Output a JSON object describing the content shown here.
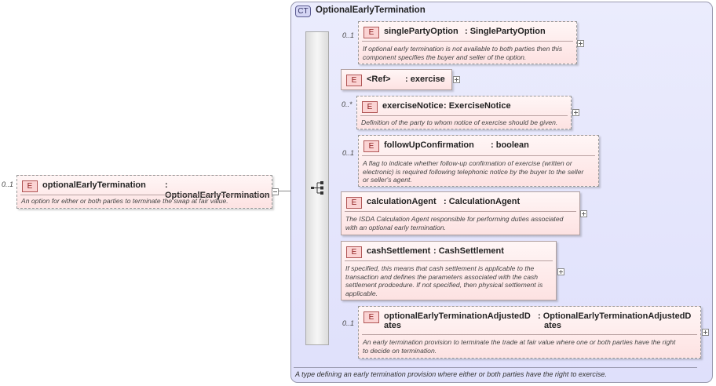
{
  "complex_type": {
    "badge": "CT",
    "title": "OptionalEarlyTermination",
    "documentation": "A type defining an early termination provision where either or both parties have the right to exercise."
  },
  "root_element": {
    "badge": "E",
    "occurrence": "0..1",
    "name": "optionalEarlyTermination",
    "type": ": OptionalEarlyTermination",
    "documentation": "An option for either or both parties to terminate the swap at fair value."
  },
  "children": [
    {
      "badge": "E",
      "occurrence": "0..1",
      "name": "singlePartyOption",
      "type": ": SinglePartyOption",
      "doc_lines": [
        "If optional early termination is not available to both parties then this",
        "component specifies the buyer and seller of the option."
      ]
    },
    {
      "badge": "E",
      "occurrence": "",
      "name": "<Ref>",
      "type": ": exercise",
      "doc_lines": []
    },
    {
      "badge": "E",
      "occurrence": "0..*",
      "name": "exerciseNotice",
      "type": ": ExerciseNotice",
      "doc_lines": [
        "Definition of the party to whom notice of exercise should be given."
      ]
    },
    {
      "badge": "E",
      "occurrence": "0..1",
      "name": "followUpConfirmation",
      "type": ": boolean",
      "doc_lines": [
        "A flag to indicate whether follow-up confirmation of exercise (written or",
        "electronic) is required following telephonic notice by the buyer to the seller",
        "or seller's agent."
      ]
    },
    {
      "badge": "E",
      "occurrence": "",
      "name": "calculationAgent",
      "type": ": CalculationAgent",
      "doc_lines": [
        "The ISDA Calculation Agent responsible for performing duties associated",
        "with an optional early termination."
      ]
    },
    {
      "badge": "E",
      "occurrence": "",
      "name": "cashSettlement",
      "type": ": CashSettlement",
      "doc_lines": [
        "If specified, this means that cash settlement is applicable to the",
        "transaction and defines the parameters associated with the cash",
        "settlement prodcedure. If not specified, then physical settlement is",
        "applicable."
      ]
    },
    {
      "badge": "E",
      "occurrence": "0..1",
      "name_lines": [
        "optionalEarlyTerminationAdjustedD",
        "ates"
      ],
      "type_lines": [
        ": OptionalEarlyTerminationAdjustedD",
        "ates"
      ],
      "doc_lines": [
        "An early termination provision to terminate the trade at fair value where one or both parties have the right",
        "to decide on termination."
      ]
    }
  ]
}
